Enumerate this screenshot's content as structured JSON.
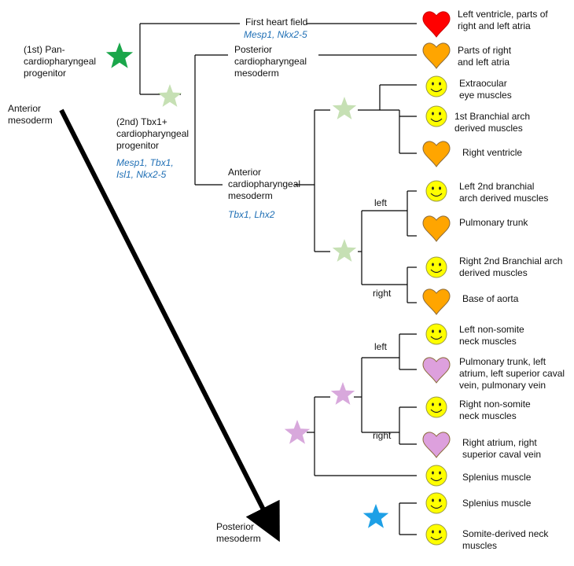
{
  "colors": {
    "line": "#000000",
    "gene_text": "#1f6fb5",
    "heart_red": "#ff0000",
    "heart_orange": "#ffa500",
    "heart_pink": "#dda0dd",
    "smiley_face": "#ffff00",
    "star_dark_green": "#1aa64a",
    "star_light_green": "#c6e0b4",
    "star_pink": "#d8a8dc",
    "star_blue": "#1ea0e6"
  },
  "axis": {
    "top_label": [
      "Anterior",
      "mesoderm"
    ],
    "bottom_label": [
      "Posterior",
      "mesoderm"
    ]
  },
  "progenitors": {
    "pan": {
      "lines": [
        "(1st) Pan-",
        "cardiopharyngeal",
        "progenitor"
      ]
    },
    "tbx1": {
      "lines": [
        "(2nd) Tbx1+",
        "cardiopharyngeal",
        "progenitor"
      ],
      "genes": [
        "Mesp1, Tbx1,",
        "Isl1, Nkx2-5"
      ]
    },
    "first_heart_field": {
      "lines": [
        "First heart field"
      ],
      "genes": [
        "Mesp1,  Nkx2-5"
      ]
    },
    "posterior_cp": {
      "lines": [
        "Posterior",
        "cardiopharyngeal",
        "mesoderm"
      ]
    },
    "anterior_cp": {
      "lines": [
        "Anterior",
        "cardiopharyngeal",
        "mesoderm"
      ],
      "genes": [
        "Tbx1, Lhx2"
      ]
    }
  },
  "side_labels": {
    "left_upper": "left",
    "right_upper": "right",
    "left_lower": "left",
    "right_lower": "right"
  },
  "leaves": [
    {
      "icon": "heart",
      "color": "red",
      "lines": [
        "Left ventricle, parts of",
        "right and left atria"
      ]
    },
    {
      "icon": "heart",
      "color": "orange",
      "lines": [
        "Parts of right",
        "and left atria"
      ]
    },
    {
      "icon": "smiley",
      "lines": [
        "Extraocular",
        "eye muscles"
      ]
    },
    {
      "icon": "smiley",
      "lines": [
        "1st Branchial arch",
        "derived muscles"
      ]
    },
    {
      "icon": "heart",
      "color": "orange",
      "lines": [
        "Right ventricle"
      ]
    },
    {
      "icon": "smiley",
      "lines": [
        "Left 2nd branchial",
        "arch derived muscles"
      ]
    },
    {
      "icon": "heart",
      "color": "orange",
      "lines": [
        "Pulmonary trunk"
      ]
    },
    {
      "icon": "smiley",
      "lines": [
        "Right 2nd Branchial arch",
        "derived muscles"
      ]
    },
    {
      "icon": "heart",
      "color": "orange",
      "lines": [
        "Base of aorta"
      ]
    },
    {
      "icon": "smiley",
      "lines": [
        "Left non-somite",
        "neck muscles"
      ]
    },
    {
      "icon": "heart",
      "color": "pink",
      "lines": [
        "Pulmonary trunk, left",
        "atrium, left superior caval",
        "vein, pulmonary vein"
      ]
    },
    {
      "icon": "smiley",
      "lines": [
        "Right non-somite",
        "neck muscles"
      ]
    },
    {
      "icon": "heart",
      "color": "pink",
      "lines": [
        "Right atrium, right",
        "superior caval vein"
      ]
    },
    {
      "icon": "smiley",
      "lines": [
        "Splenius muscle"
      ]
    },
    {
      "icon": "smiley",
      "lines": [
        "Splenius muscle"
      ]
    },
    {
      "icon": "smiley",
      "lines": [
        "Somite-derived neck",
        "muscles"
      ]
    }
  ]
}
